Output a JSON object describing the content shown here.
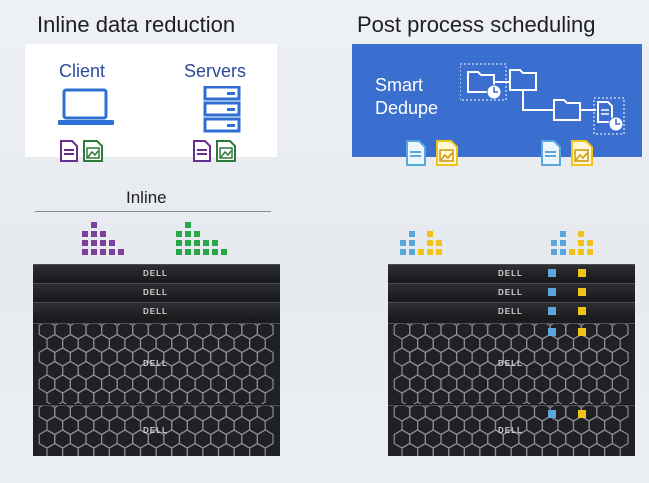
{
  "left": {
    "title": "Inline data reduction",
    "client_label": "Client",
    "servers_label": "Servers",
    "inline_label": "Inline"
  },
  "right": {
    "title": "Post process scheduling",
    "smart_label_1": "Smart",
    "smart_label_2": "Dedupe"
  },
  "brand": "DELL",
  "colors": {
    "purple": "#7b3fa0",
    "green": "#27a845",
    "blue_sq": "#5aa7dd",
    "yellow_sq": "#f3c218",
    "panel_blue": "#3a6fd0"
  },
  "icons": [
    "laptop-icon",
    "server-stack-icon",
    "document-icon",
    "image-file-icon",
    "folder-icon",
    "clock-icon"
  ]
}
